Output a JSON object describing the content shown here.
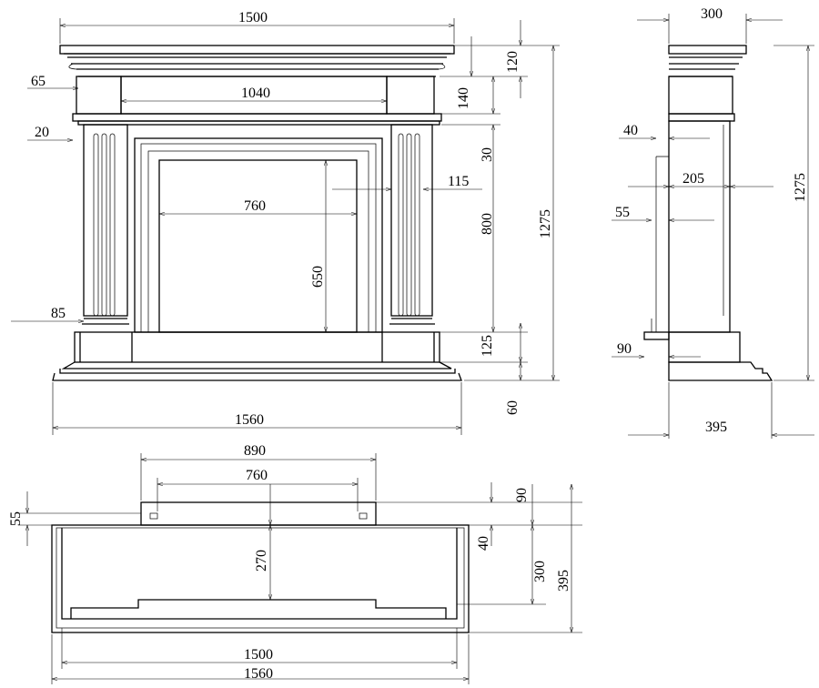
{
  "front_view": {
    "width_top": "1500",
    "cornice_overhang": "65",
    "frieze_width": "1040",
    "column_offset": "20",
    "opening_width": "760",
    "surround_width": "115",
    "opening_height": "650",
    "surround_height": "800",
    "total_height": "1275",
    "cornice_height": "120",
    "frieze_height": "140",
    "band_height": "30",
    "base_offset": "85",
    "plinth_height": "125",
    "base_height": "60",
    "width_base": "1560"
  },
  "side_view": {
    "top_depth": "300",
    "inset_1": "40",
    "body_depth": "205",
    "inset_2": "55",
    "total_height": "1275",
    "hearth_offset": "90",
    "base_depth": "395"
  },
  "top_view": {
    "insert_width": "890",
    "opening_width": "760",
    "left_step": "55",
    "insert_depth": "90",
    "step_40": "40",
    "inner_depth": "270",
    "depth_300": "300",
    "depth_395": "395",
    "width_1500": "1500",
    "width_1560": "1560"
  }
}
